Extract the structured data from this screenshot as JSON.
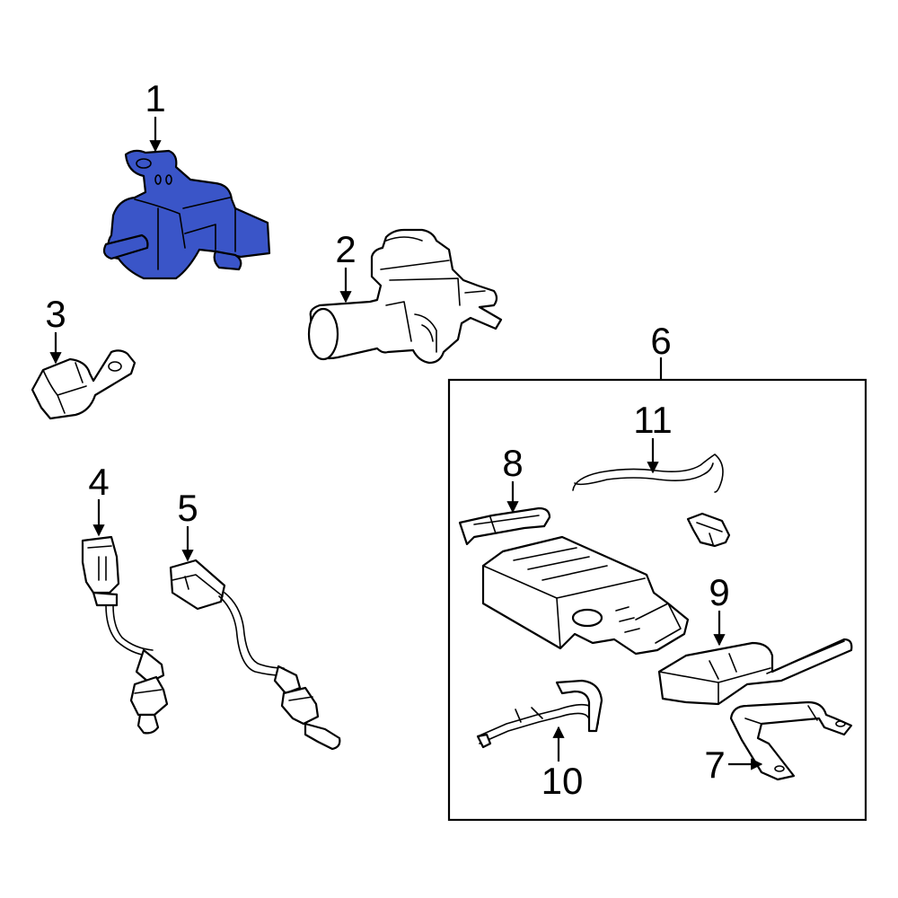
{
  "callouts": [
    "1",
    "2",
    "3",
    "4",
    "5",
    "6",
    "7",
    "8",
    "9",
    "10",
    "11"
  ],
  "colors": {
    "highlight": "#3a55c8",
    "line": "#000000",
    "background": "#ffffff"
  }
}
